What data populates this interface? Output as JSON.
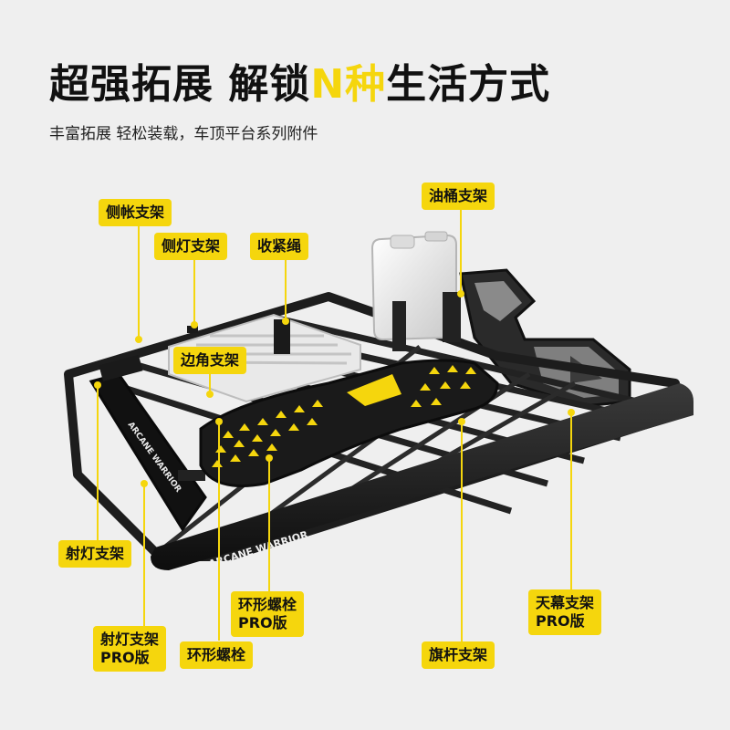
{
  "headline": {
    "part1": "超强拓展 解锁",
    "accent": "N种",
    "part2": "生活方式"
  },
  "subline": "丰富拓展 轻松装载，车顶平台系列附件",
  "brand": "ARCANE WARRIOR",
  "labels": {
    "side_awning": "侧帐支架",
    "side_light": "侧灯支架",
    "strap": "收紧绳",
    "fuel_can": "油桶支架",
    "corner": "边角支架",
    "spotlight": "射灯支架",
    "ring_bolt_pro_1": "环形螺栓",
    "ring_bolt_pro_2": "PRO版",
    "canopy_1": "天幕支架",
    "canopy_2": "PRO版",
    "spotlight_pro_1": "射灯支架",
    "spotlight_pro_2": "PRO版",
    "ring_bolt": "环形螺栓",
    "flagpole": "旗杆支架"
  },
  "colors": {
    "accent": "#f5d60d",
    "rack": "#1d1d1d",
    "background": "#efefef"
  }
}
